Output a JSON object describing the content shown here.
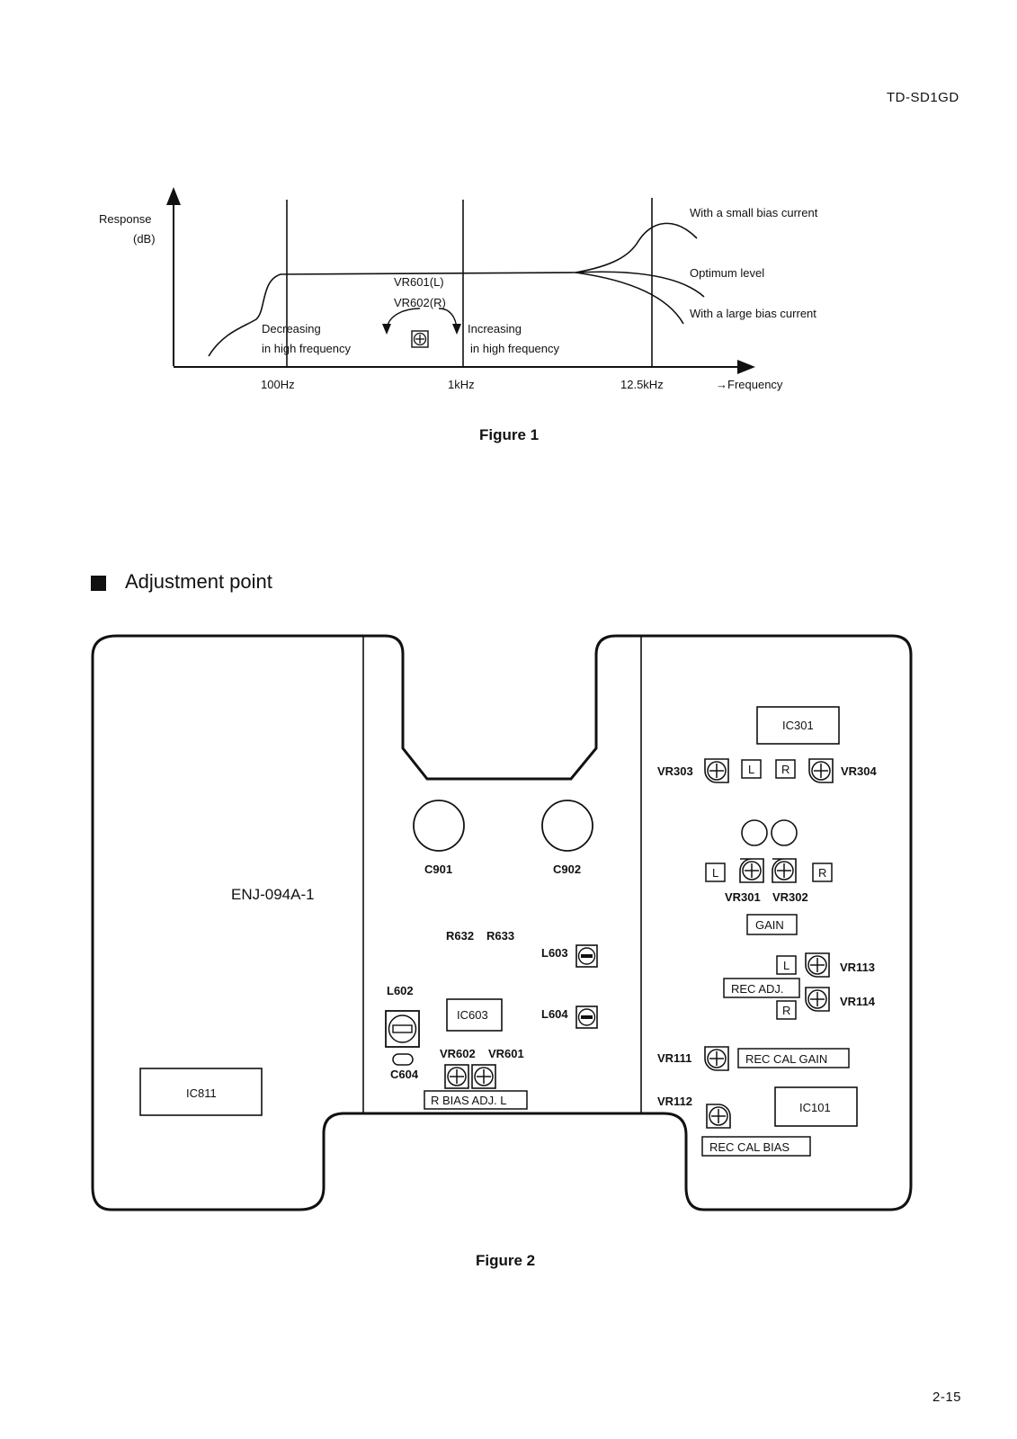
{
  "header": {
    "model": "TD-SD1GD",
    "page_number": "2-15"
  },
  "figure1": {
    "caption": "Figure 1",
    "y_label_line1": "Response",
    "y_label_line2": "(dB)",
    "x_label": "→Frequency",
    "ticks": [
      "100Hz",
      "1kHz",
      "12.5kHz"
    ],
    "curve_labels": {
      "small_bias": "With a small bias current",
      "optimum": "Optimum level",
      "large_bias": "With a large bias current"
    },
    "control_line1": "VR601(L)",
    "control_line2": "VR602(R)",
    "decreasing_line1": "Decreasing",
    "decreasing_line2": "in high frequency",
    "increasing_line1": "Increasing",
    "increasing_line2": "in high frequency"
  },
  "section": {
    "title": "Adjustment point"
  },
  "figure2": {
    "caption": "Figure 2",
    "board_name": "ENJ-094A-1",
    "ic811": "IC811",
    "ic603": "IC603",
    "ic301": "IC301",
    "ic101": "IC101",
    "c901": "C901",
    "c902": "C902",
    "r632": "R632",
    "r633": "R633",
    "l602": "L602",
    "l603": "L603",
    "l604": "L604",
    "c604": "C604",
    "vr602": "VR602",
    "vr601": "VR601",
    "bias_adj": "R BIAS ADJ. L",
    "vr303": "VR303",
    "vr304": "VR304",
    "vr301": "VR301",
    "vr302": "VR302",
    "gain": "GAIN",
    "vr113": "VR113",
    "vr114": "VR114",
    "rec_adj": "REC ADJ.",
    "vr111": "VR111",
    "rec_cal_gain": "REC CAL GAIN",
    "vr112": "VR112",
    "rec_cal_bias": "REC CAL BIAS",
    "l": "L",
    "r": "R"
  }
}
